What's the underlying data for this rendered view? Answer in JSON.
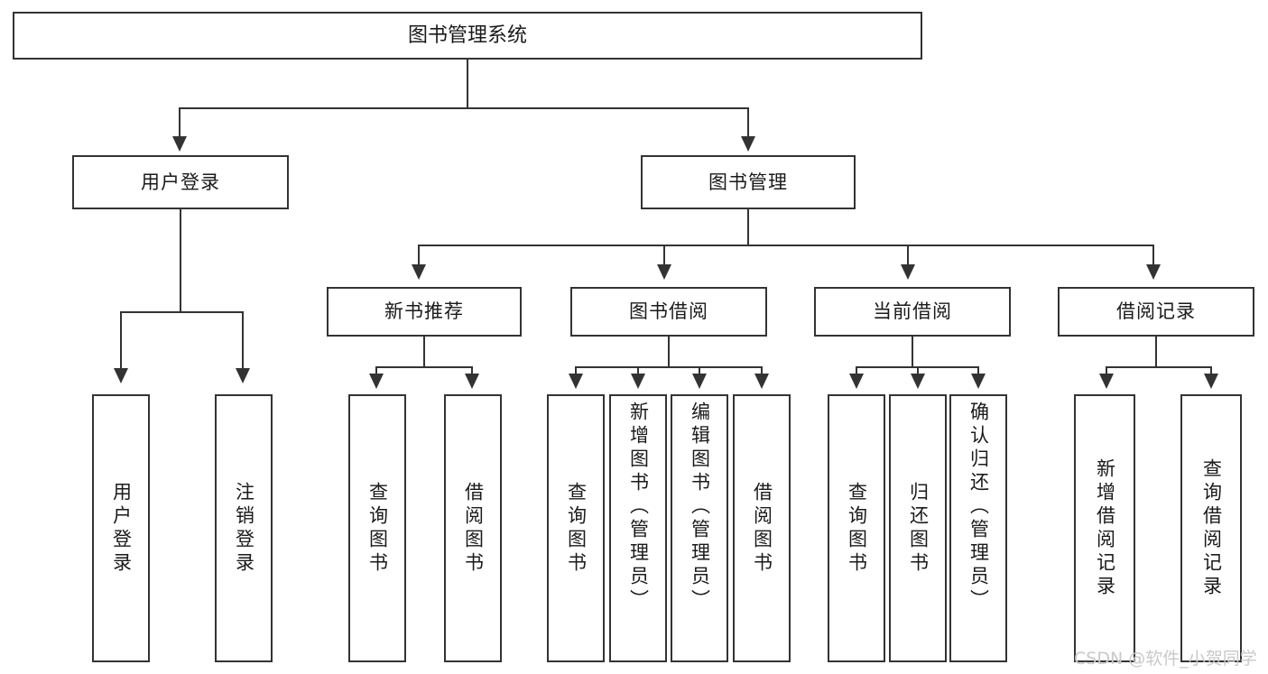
{
  "diagram": {
    "title": "图书管理系统",
    "type": "hierarchy-tree",
    "root": {
      "id": "root",
      "label": "图书管理系统"
    },
    "level2": [
      {
        "id": "user-login",
        "label": "用户登录"
      },
      {
        "id": "book-manage",
        "label": "图书管理"
      }
    ],
    "level3": [
      {
        "id": "new-book-recommend",
        "label": "新书推荐",
        "parent": "book-manage"
      },
      {
        "id": "book-borrow",
        "label": "图书借阅",
        "parent": "book-manage"
      },
      {
        "id": "current-borrow",
        "label": "当前借阅",
        "parent": "book-manage"
      },
      {
        "id": "borrow-record",
        "label": "借阅记录",
        "parent": "book-manage"
      }
    ],
    "leaves": {
      "user_login": [
        {
          "id": "leaf-user-login",
          "label": "用户登录"
        },
        {
          "id": "leaf-user-logout",
          "label": "注销登录"
        }
      ],
      "new_book_recommend": [
        {
          "id": "leaf-query-book-1",
          "label": "查询图书"
        },
        {
          "id": "leaf-borrow-book-1",
          "label": "借阅图书"
        }
      ],
      "book_borrow": [
        {
          "id": "leaf-query-book-2",
          "label": "查询图书"
        },
        {
          "id": "leaf-add-book",
          "label": "新增图书（管理员）"
        },
        {
          "id": "leaf-edit-book",
          "label": "编辑图书（管理员）"
        },
        {
          "id": "leaf-borrow-book-2",
          "label": "借阅图书"
        }
      ],
      "current_borrow": [
        {
          "id": "leaf-query-book-3",
          "label": "查询图书"
        },
        {
          "id": "leaf-return-book",
          "label": "归还图书"
        },
        {
          "id": "leaf-confirm-return",
          "label": "确认归还（管理员）"
        }
      ],
      "borrow_record": [
        {
          "id": "leaf-add-record",
          "label": "新增借阅记录"
        },
        {
          "id": "leaf-query-record",
          "label": "查询借阅记录"
        }
      ]
    }
  },
  "watermark": {
    "text": "CSDN @软件_小贺同学"
  },
  "colors": {
    "stroke": "#333333",
    "background": "#ffffff",
    "text": "#1a1a1a",
    "watermark": "#c9c9c9"
  }
}
